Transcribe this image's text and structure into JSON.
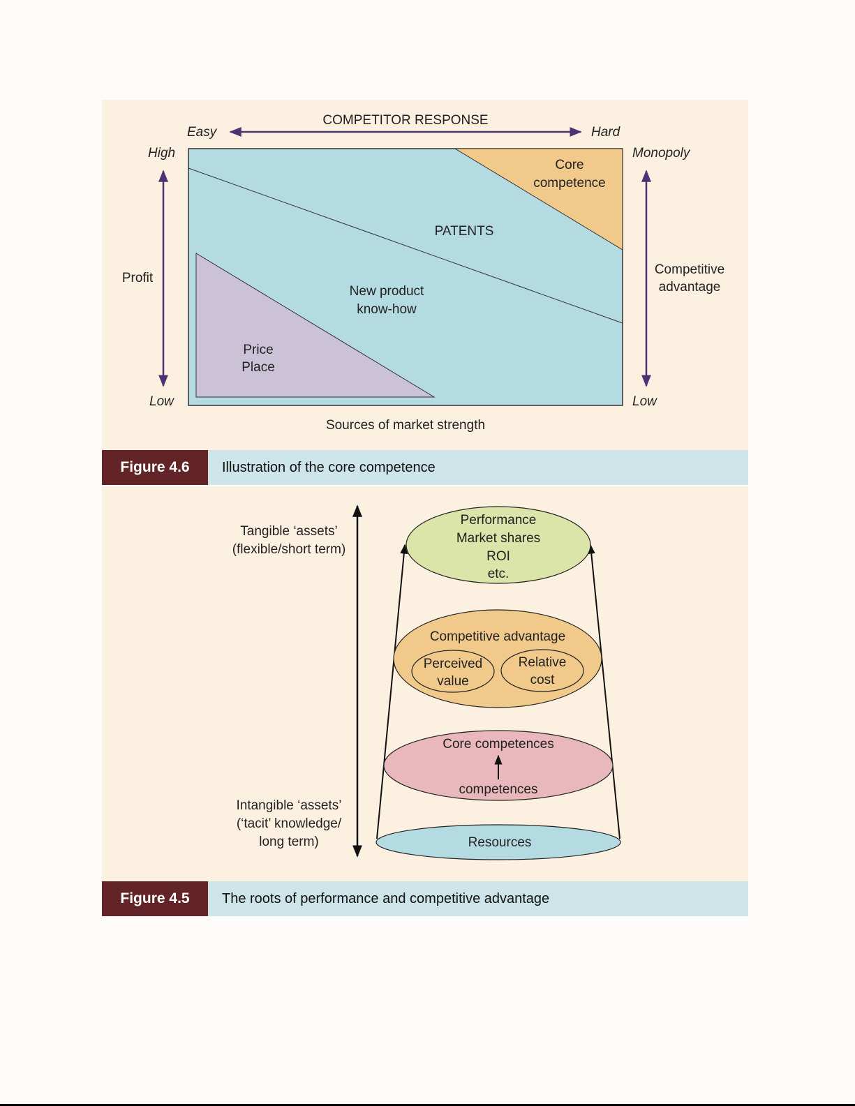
{
  "figure_top": {
    "number": "Figure 4.6",
    "title": "Illustration of the core competence",
    "top_axis_title": "COMPETITOR RESPONSE",
    "top_axis_left": "Easy",
    "top_axis_right": "Hard",
    "left_axis_high": "High",
    "left_axis_low": "Low",
    "left_axis_title": "Profit",
    "right_axis_high": "Monopoly",
    "right_axis_low": "Low",
    "right_axis_title_line1": "Competitive",
    "right_axis_title_line2": "advantage",
    "bottom_axis_title": "Sources of market strength",
    "regions": {
      "core_line1": "Core",
      "core_line2": "competence",
      "patents": "PATENTS",
      "newproduct_line1": "New product",
      "newproduct_line2": "know-how",
      "price": "Price",
      "place": "Place"
    },
    "colors": {
      "blue": "#b5dbe2",
      "orange": "#f1c98b",
      "purple": "#cbc2d8",
      "arrow": "#4c3474"
    }
  },
  "figure_bottom": {
    "number": "Figure 4.5",
    "title": "The roots of performance and competitive advantage",
    "left_top_line1": "Tangible ‘assets’",
    "left_top_line2": "(flexible/short term)",
    "left_bottom_line1": "Intangible ‘assets’",
    "left_bottom_line2": "(‘tacit’ knowledge/",
    "left_bottom_line3": "long term)",
    "performance": [
      "Performance",
      "Market shares",
      "ROI",
      "etc."
    ],
    "competitive_advantage": "Competitive advantage",
    "perceived_value": [
      "Perceived",
      "value"
    ],
    "relative_cost": [
      "Relative",
      "cost"
    ],
    "core_competences": "Core competences",
    "competences": "competences",
    "resources": "Resources",
    "colors": {
      "green": "#dbe4a9",
      "orange": "#f1c98b",
      "pink": "#e9b8bd",
      "blue": "#b5dbe2"
    }
  }
}
